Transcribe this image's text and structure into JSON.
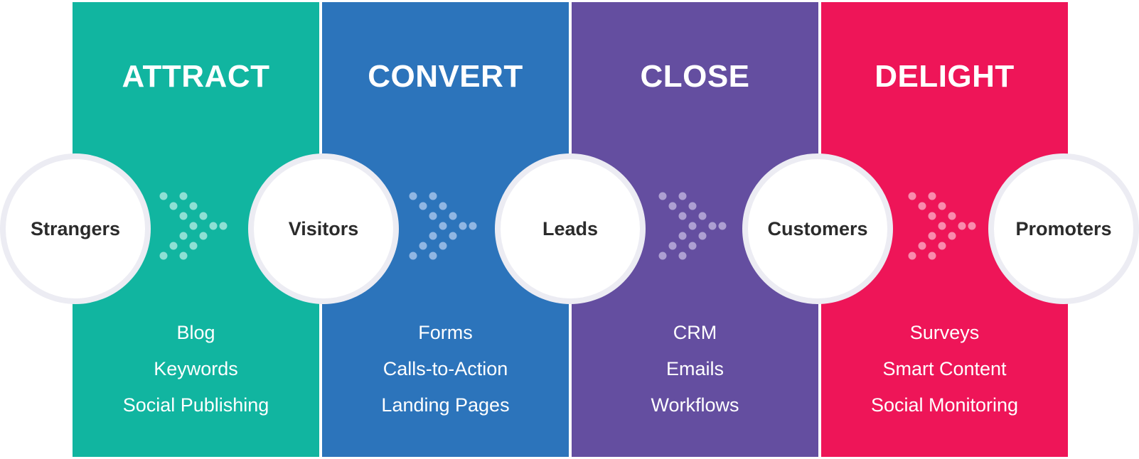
{
  "colors": {
    "attract": "#11b5a0",
    "convert": "#2c74bb",
    "close": "#644ea0",
    "delight": "#ee1558",
    "circle_border": "#ececf3",
    "circle_text": "#2b2b2b"
  },
  "stages": [
    {
      "title": "ATTRACT",
      "tools": [
        "Blog",
        "Keywords",
        "Social Publishing"
      ]
    },
    {
      "title": "CONVERT",
      "tools": [
        "Forms",
        "Calls-to-Action",
        "Landing Pages"
      ]
    },
    {
      "title": "CLOSE",
      "tools": [
        "CRM",
        "Emails",
        "Workflows"
      ]
    },
    {
      "title": "DELIGHT",
      "tools": [
        "Surveys",
        "Smart Content",
        "Social Monitoring"
      ]
    }
  ],
  "milestones": [
    "Strangers",
    "Visitors",
    "Leads",
    "Customers",
    "Promoters"
  ],
  "arrows": [
    {
      "icon": "dotted-chevron-right-icon"
    },
    {
      "icon": "dotted-chevron-right-icon"
    },
    {
      "icon": "dotted-chevron-right-icon"
    },
    {
      "icon": "dotted-chevron-right-icon"
    }
  ]
}
